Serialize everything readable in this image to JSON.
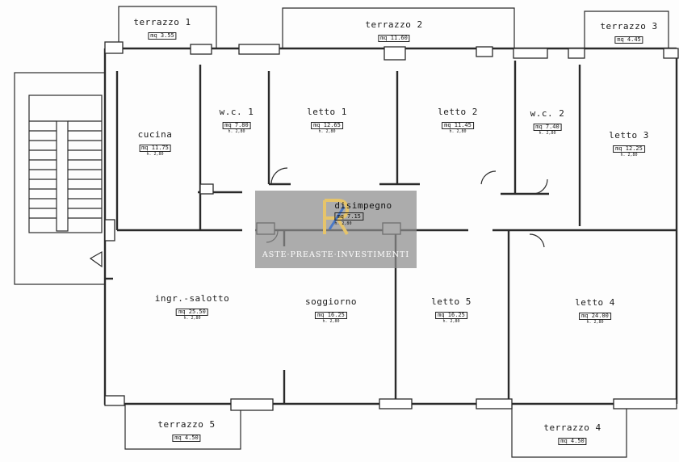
{
  "rooms": {
    "terrazzo1": {
      "name": "terrazzo 1",
      "area": "mq 3.55",
      "height": ""
    },
    "terrazzo2": {
      "name": "terrazzo 2",
      "area": "mq 11.60",
      "height": ""
    },
    "terrazzo3": {
      "name": "terrazzo 3",
      "area": "mq 4.45",
      "height": ""
    },
    "cucina": {
      "name": "cucina",
      "area": "mq 11.75",
      "height": "h. 2,80"
    },
    "wc1": {
      "name": "w.c. 1",
      "area": "mq 7.80",
      "height": "h. 2,80"
    },
    "letto1": {
      "name": "letto 1",
      "area": "mq 12.65",
      "height": "h. 2,80"
    },
    "letto2": {
      "name": "letto 2",
      "area": "mq 11.45",
      "height": "h. 2,80"
    },
    "wc2": {
      "name": "w.c. 2",
      "area": "mq 7.40",
      "height": "h. 2,80"
    },
    "letto3": {
      "name": "letto 3",
      "area": "mq 12.25",
      "height": "h. 2,80"
    },
    "disimpegno": {
      "name": "disimpegno",
      "area": "mq 7.15",
      "height": "h. 2,80"
    },
    "ingr_salotto": {
      "name": "ingr.-salotto",
      "area": "mq 25.50",
      "height": "h. 2,80"
    },
    "soggiorno": {
      "name": "soggiorno",
      "area": "mq 16.25",
      "height": "h. 2,80"
    },
    "letto5": {
      "name": "letto 5",
      "area": "mq 16.25",
      "height": "h. 2,80"
    },
    "letto4": {
      "name": "letto 4",
      "area": "mq 24.00",
      "height": "h. 2,80"
    },
    "terrazzo5": {
      "name": "terrazzo 5",
      "area": "mq 4.50",
      "height": ""
    },
    "terrazzo4": {
      "name": "terrazzo 4",
      "area": "mq 4.50",
      "height": ""
    }
  },
  "watermark": {
    "text": "ASTE·PREASTE·INVESTIMENTI"
  }
}
